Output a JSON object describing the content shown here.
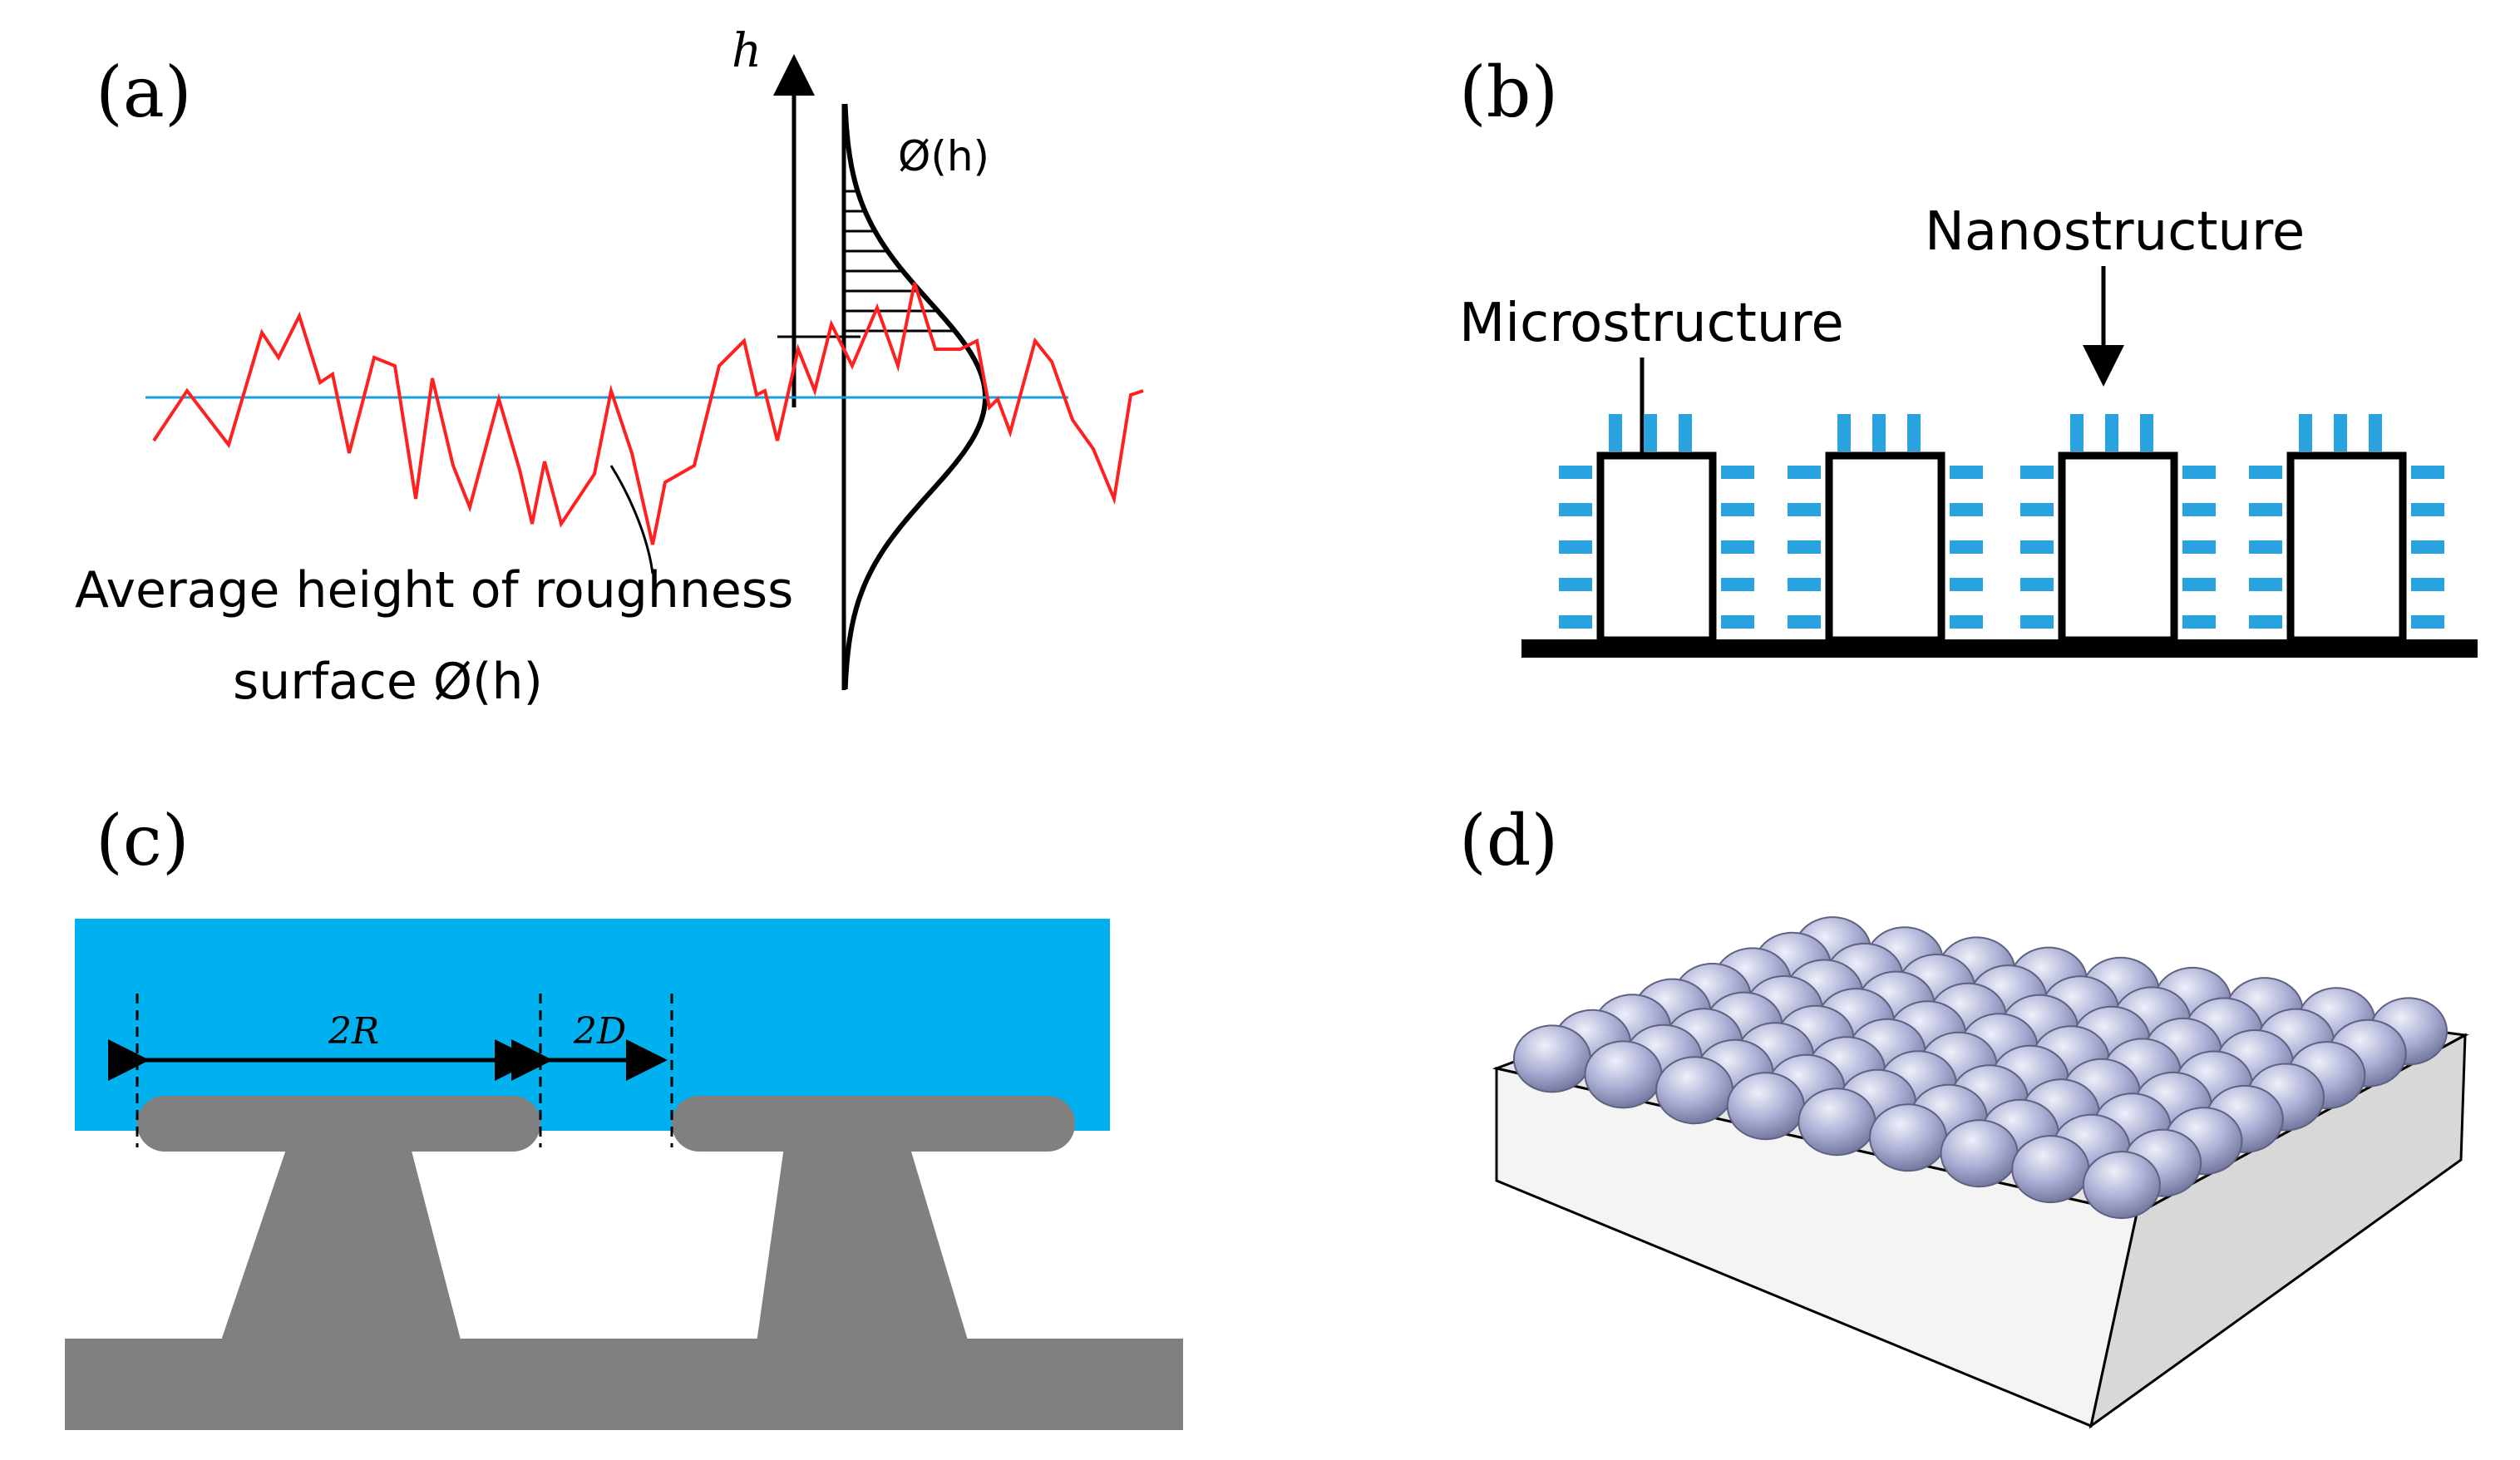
{
  "panels": {
    "a": {
      "letter": "(a)",
      "axis_label": "h",
      "distribution_label": "Ø(h)",
      "callout_line1": "Average height of roughness",
      "callout_line2": "surface  Ø(h)"
    },
    "b": {
      "letter": "(b)",
      "nano_label": "Nanostructure",
      "micro_label": "Microstructure"
    },
    "c": {
      "letter": "(c)",
      "dim_2r": "2R",
      "dim_2d": "2D"
    },
    "d": {
      "letter": "(d)"
    }
  },
  "colors": {
    "liquid": "#00b0ef",
    "solid": "#808080",
    "profile": "#ff2020",
    "mean_line": "#1a9fd6",
    "nano": "#29a3e0",
    "sphere": "#a9add3",
    "block": "#f2f2f2"
  }
}
